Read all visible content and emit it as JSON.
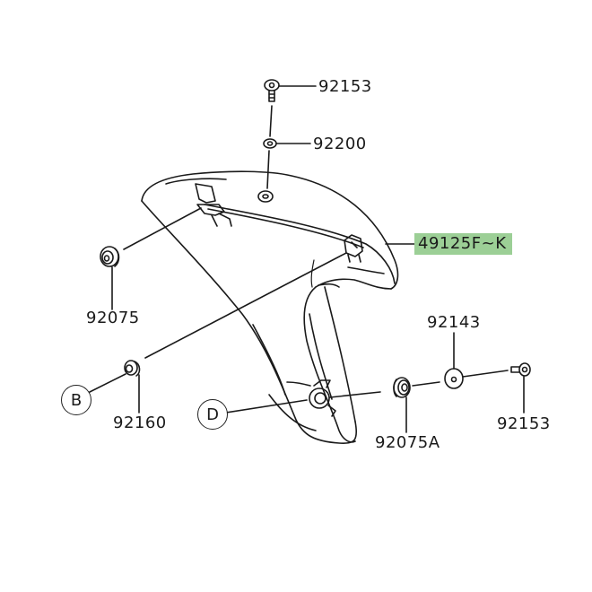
{
  "diagram": {
    "subject": "Front fender exploded parts view",
    "accent_color": "#9ccf96",
    "parts": [
      {
        "id": "screw-top",
        "part_number": "92153",
        "name": "screw"
      },
      {
        "id": "washer-top",
        "part_number": "92200",
        "name": "washer"
      },
      {
        "id": "fender",
        "part_number": "49125F~K",
        "name": "front fender",
        "highlighted": true
      },
      {
        "id": "grommet-left",
        "part_number": "92075",
        "name": "grommet"
      },
      {
        "id": "collar-left",
        "part_number": "92160",
        "name": "damper"
      },
      {
        "id": "grommet-right",
        "part_number": "92075A",
        "name": "grommet"
      },
      {
        "id": "washer-right",
        "part_number": "92143",
        "name": "collar"
      },
      {
        "id": "screw-right",
        "part_number": "92153",
        "name": "screw"
      }
    ],
    "callouts": [
      {
        "letter": "B"
      },
      {
        "letter": "D"
      }
    ]
  }
}
